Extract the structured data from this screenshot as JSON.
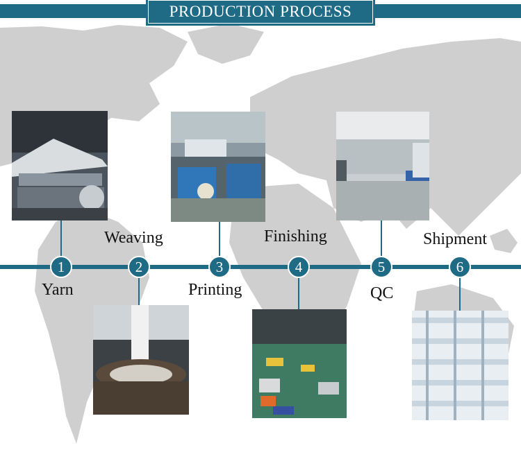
{
  "header": {
    "title": "PRODUCTION PROCESS"
  },
  "colors": {
    "accent": "#1f6b85",
    "map": "#cfcfcf",
    "background": "#ffffff"
  },
  "steps": [
    {
      "number": "1",
      "label": "Yarn"
    },
    {
      "number": "2",
      "label": "Weaving"
    },
    {
      "number": "3",
      "label": "Printing"
    },
    {
      "number": "4",
      "label": "Finishing"
    },
    {
      "number": "5",
      "label": "QC"
    },
    {
      "number": "6",
      "label": "Shipment"
    }
  ]
}
